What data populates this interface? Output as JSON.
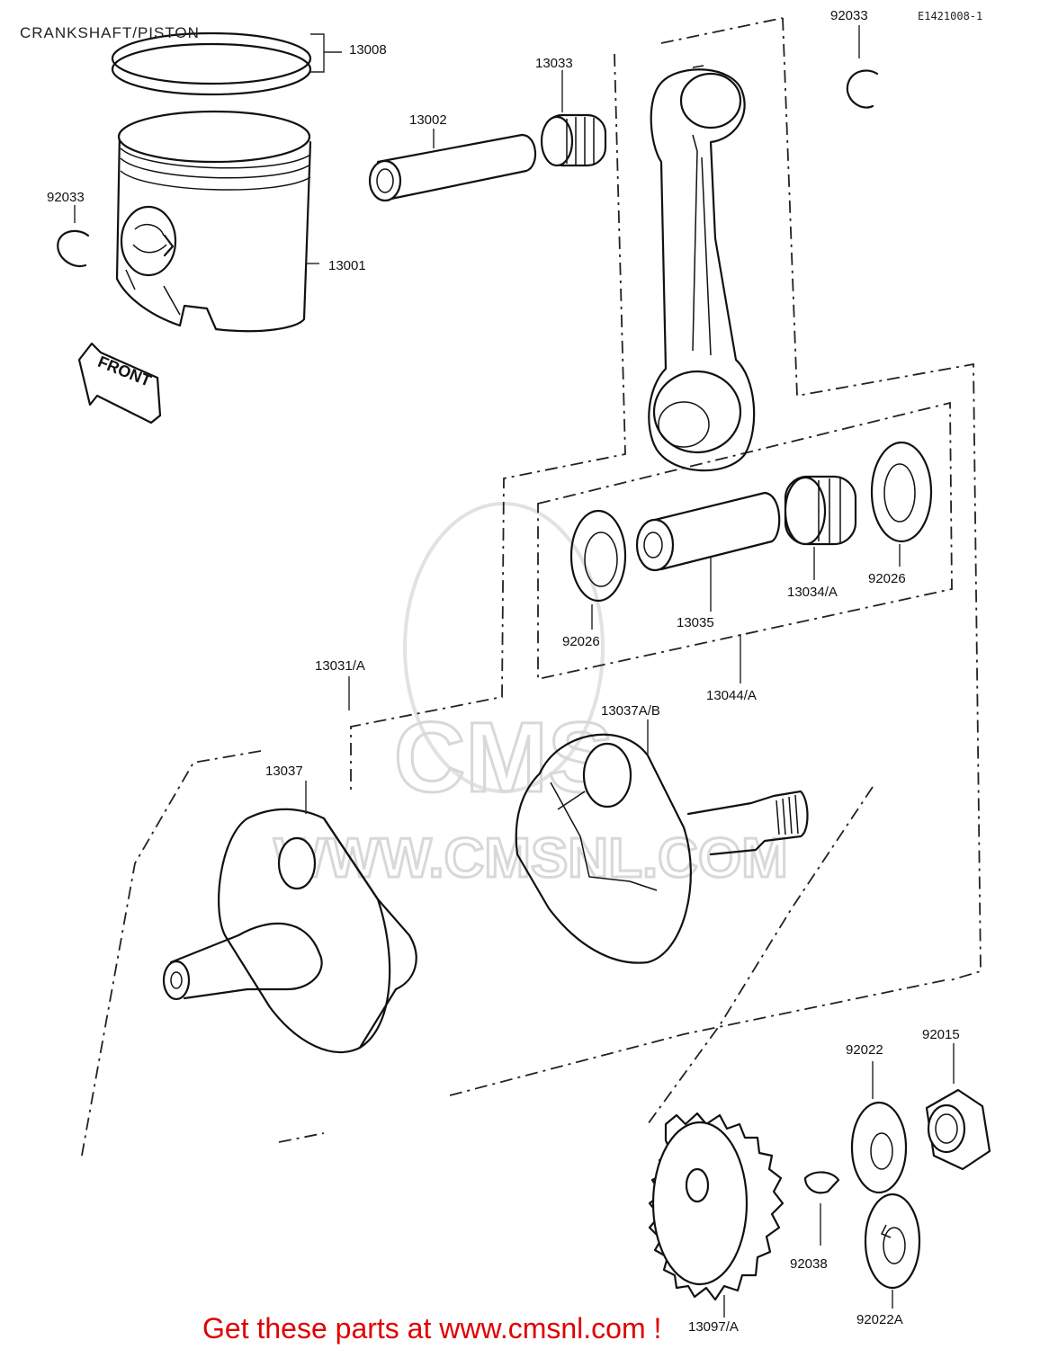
{
  "title": "CRANKSHAFT/PISTON",
  "diagram_code": "E1421008-1",
  "parts": {
    "piston_ring": "13008",
    "piston": "13001",
    "piston_pin": "13002",
    "small_end_bearing": "13033",
    "circlip_right": "92033",
    "circlip_left": "92033",
    "connecting_rod_assy": "13031/A",
    "crank_pin": "13035",
    "big_end_bearing": "13034/A",
    "washer_right": "92026",
    "washer_left": "92026",
    "rod_kit": "13044/A",
    "crank_half_left": "13037",
    "crank_half_right": "13037A/B",
    "gear": "13097/A",
    "key": "92038",
    "washer": "92022",
    "nut": "92015",
    "lock_washer": "92022A"
  },
  "front_label": "FRONT",
  "watermark": {
    "text": "WWW.CMSNL.COM",
    "brand": "CMS"
  },
  "footer_text": "Get these parts at www.cmsnl.com !"
}
